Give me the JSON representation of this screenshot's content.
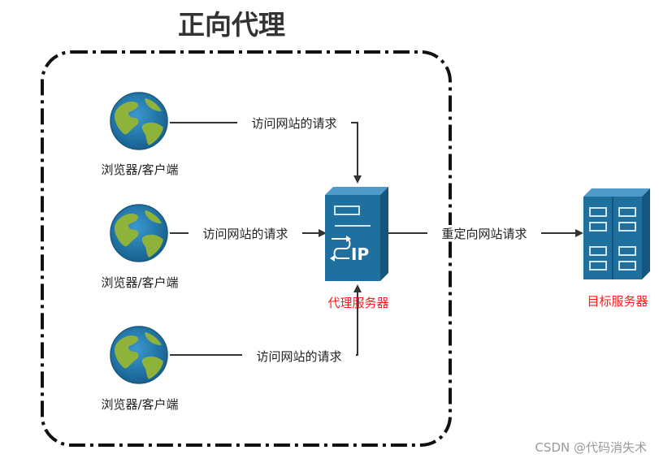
{
  "title": "正向代理",
  "clients": [
    {
      "label": "浏览器/客户端",
      "icon": "globe-icon"
    },
    {
      "label": "浏览器/客户端",
      "icon": "globe-icon"
    },
    {
      "label": "浏览器/客户端",
      "icon": "globe-icon"
    }
  ],
  "edges": {
    "client_1": "访问网站的请求",
    "client_2": "访问网站的请求",
    "client_3": "访问网站的请求",
    "forward": "重定向网站请求"
  },
  "proxy": {
    "label": "代理服务器",
    "badge": "IP",
    "icon": "proxy-server-icon"
  },
  "target": {
    "label": "目标服务器",
    "icon": "server-rack-icon"
  },
  "watermark": "CSDN @代码消失术",
  "colors": {
    "server_blue": "#1f6f9f",
    "server_label": "#ff1a1a",
    "globe_ocean": "#1f73a8",
    "globe_land": "#8fb33a"
  }
}
